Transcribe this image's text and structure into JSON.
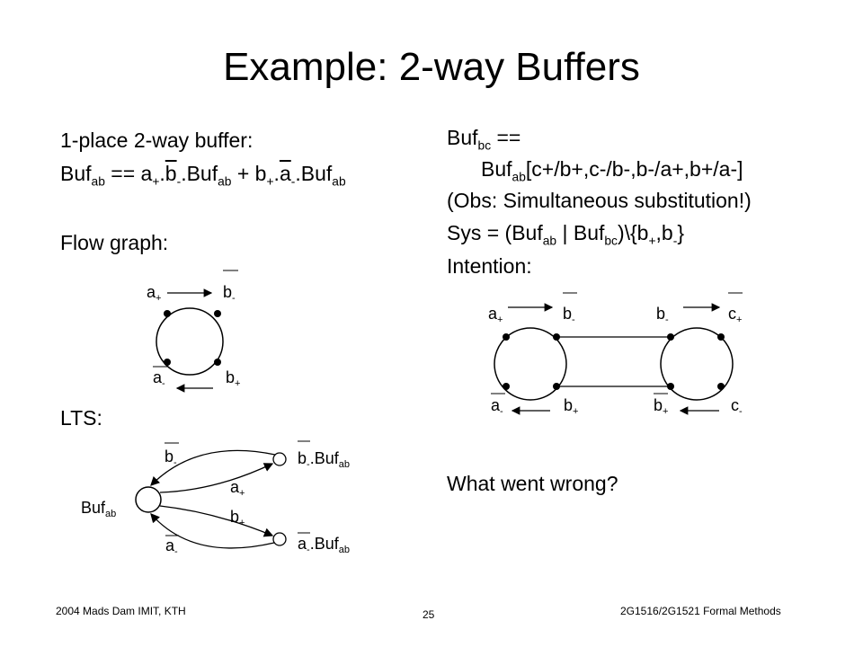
{
  "title": "Example: 2-way Buffers",
  "left": {
    "line1": "1-place 2-way buffer:",
    "buf_def": {
      "name": "Buf",
      "sub": "ab",
      "eq": " == a",
      "a_sub": "+",
      "dot1": ".",
      "b": "b",
      "b_sub": "-",
      "mid": ".Buf",
      "mid_sub": "ab",
      "plus": " + b",
      "plus_sub": "+",
      "dot2": ".",
      "a2": "a",
      "a2_sub": "-",
      "end": ".Buf",
      "end_sub": "ab"
    },
    "flow_graph_label": "Flow graph:",
    "lts_label": "LTS:"
  },
  "right": {
    "bufbc": {
      "name": "Buf",
      "sub": "bc",
      "eq": " =="
    },
    "subst_line": {
      "buf": "Buf",
      "buf_sub": "ab",
      "body": "[c+/b+,c-/b-,b-/a+,b+/a-]"
    },
    "obs": "(Obs: Simultaneous substitution!)",
    "sys": {
      "pre": "Sys = (Buf",
      "s1": "ab",
      "mid": " | Buf",
      "s2": "bc",
      "post": ")\\{b",
      "s3": "+",
      "comma": ",b",
      "s4": "-",
      "close": "}"
    },
    "intention": "Intention:",
    "question": "What went wrong?"
  },
  "flow_graph": {
    "top_left": "a",
    "top_left_sub": "+",
    "top_right": "b",
    "top_right_sub": "-",
    "bottom_left": "a",
    "bottom_left_sub": "-",
    "bottom_right": "b",
    "bottom_right_sub": "+"
  },
  "lts": {
    "state": "Buf",
    "state_sub": "ab",
    "top_state": "b",
    "top_state_sub": "-",
    "top_state_rest": ".Buf",
    "top_state_rest_sub": "ab",
    "bottom_state": "a",
    "bottom_state_sub": "-",
    "bottom_state_rest": ".Buf",
    "bottom_state_rest_sub": "ab",
    "edge_top_out": "b",
    "edge_top_out_sub": "-",
    "edge_top_in": "a",
    "edge_top_in_sub": "+",
    "edge_bot_in": "b",
    "edge_bot_in_sub": "+",
    "edge_bot_out": "a",
    "edge_bot_out_sub": "-"
  },
  "intention_graph": {
    "l_tl": "a",
    "l_tl_sub": "+",
    "l_tr": "b",
    "l_tr_sub": "-",
    "l_bl": "a",
    "l_bl_sub": "-",
    "l_br": "b",
    "l_br_sub": "+",
    "r_tl": "b",
    "r_tl_sub": "-",
    "r_tr": "c",
    "r_tr_sub": "+",
    "r_bl": "b",
    "r_bl_sub": "+",
    "r_br": "c",
    "r_br_sub": "-"
  },
  "footer": {
    "left": "2004 Mads Dam IMIT, KTH",
    "center": "25",
    "right": "2G1516/2G1521 Formal Methods"
  }
}
